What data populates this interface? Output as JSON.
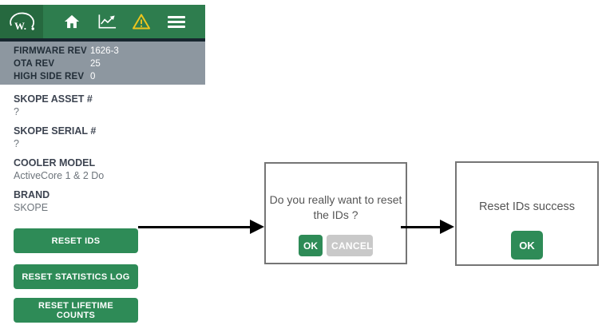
{
  "app": {
    "header": {
      "logo_text": "W.",
      "icons": [
        {
          "name": "home-icon"
        },
        {
          "name": "line-chart-icon"
        },
        {
          "name": "warning-icon"
        },
        {
          "name": "menu-icon"
        }
      ]
    },
    "firmware_bar": {
      "rows": [
        {
          "label": "FIRMWARE REV",
          "value": "1626-3"
        },
        {
          "label": "OTA REV",
          "value": "25"
        },
        {
          "label": "HIGH SIDE REV",
          "value": "0"
        }
      ]
    },
    "fields": [
      {
        "label": "SKOPE ASSET #",
        "value": "?"
      },
      {
        "label": "SKOPE SERIAL #",
        "value": "?"
      },
      {
        "label": "COOLER MODEL",
        "value": "ActiveCore 1 & 2 Do"
      },
      {
        "label": "BRAND",
        "value": "SKOPE"
      }
    ],
    "buttons": [
      {
        "label": "RESET IDS"
      },
      {
        "label": "RESET STATISTICS LOG"
      },
      {
        "label": "RESET LIFETIME COUNTS"
      }
    ]
  },
  "confirm_dialog": {
    "message_line1": "Do you really want to reset",
    "message_line2": "the IDs ?",
    "ok_label": "OK",
    "cancel_label": "CANCEL"
  },
  "success_dialog": {
    "message": "Reset IDs success",
    "ok_label": "OK"
  },
  "colors": {
    "header_green": "#2e7d4e",
    "logo_green": "#26693f",
    "button_green": "#2e8b57",
    "grey_bar": "#8d97a0",
    "dark_divider": "#17262e",
    "warning_yellow": "#edc51e",
    "cancel_grey": "#c9c9c9",
    "dialog_border": "#757575",
    "label_dark": "#3d4451",
    "value_grey": "#6e757c"
  }
}
